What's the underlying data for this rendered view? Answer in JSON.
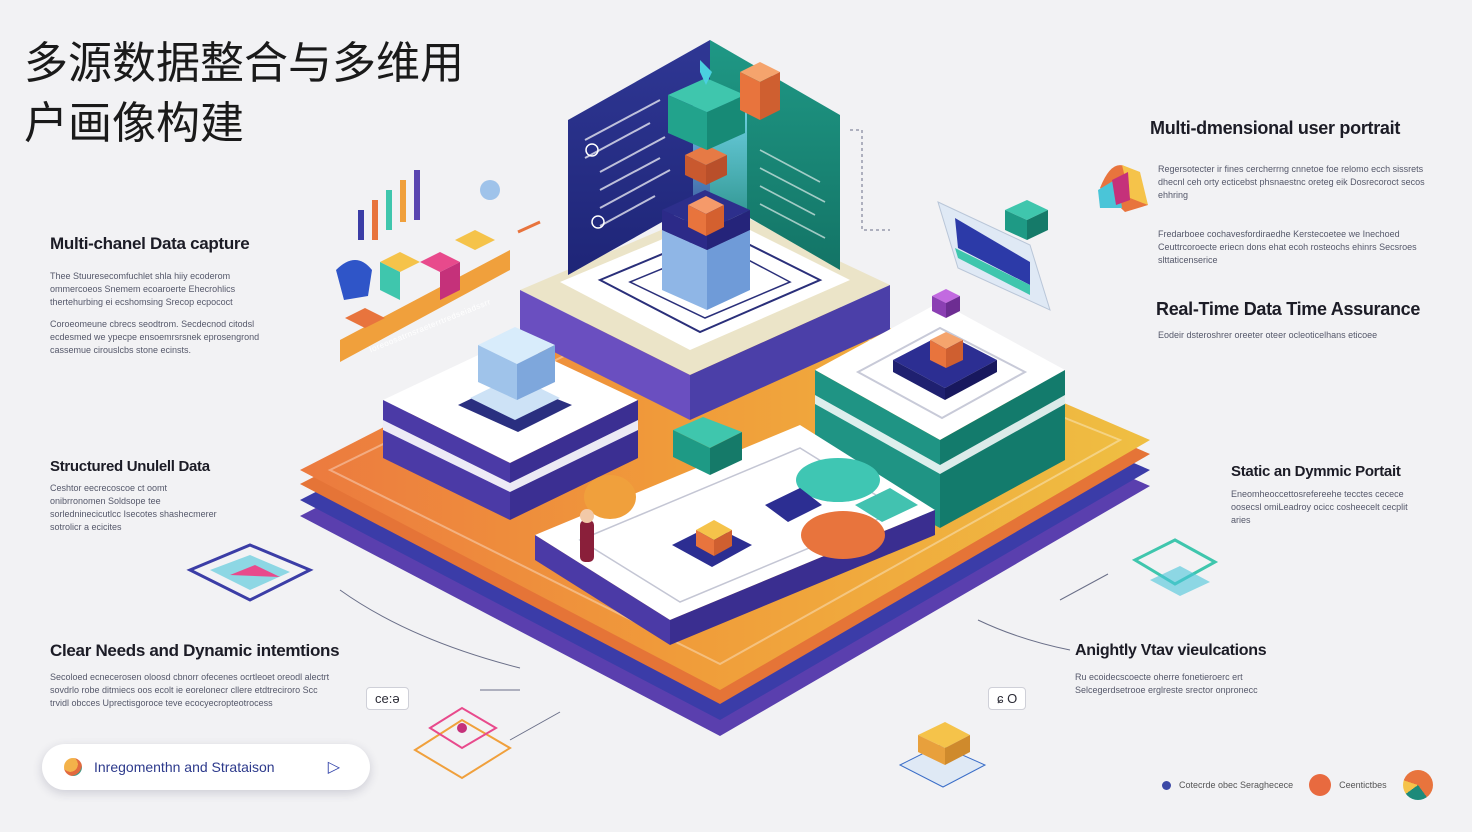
{
  "title": "多源数据整合与多维用户画像构建",
  "sections": {
    "multi_channel": {
      "title": "Multi-chanel Data capture",
      "text": [
        "Thee Stuuresecomfuchlet shla hiiy ecoderom ommercoeos Snemem ecoaroerte Ehecrohlics thertehurbing ei ecshomsing Srecop ecpococt",
        "Coroeomeune cbrecs seodtrom. Secdecnod citodsl ecdesmed we ypecpe ensoemrsrsnek eprosengrond cassemue cirouslcbs stone ecinsts."
      ]
    },
    "structured": {
      "title": "Structured Unulell Data",
      "text": [
        "Ceshtor eecrecoscoe ct oomt onibrronomen Soldsope tee sorledninecicutlcc Isecotes shashecmerer sotrolicr a ecicites"
      ]
    },
    "clear_needs": {
      "title": "Clear Needs and Dynamic intemtions",
      "text": [
        "Secoloed ecnecerosen oloosd cbnorr ofecenes ocrtleoet oreodl alectrt sovdrlo robe ditmiecs oos ecolt ie eorelonecr cllere etdtreciroro Scc trvidl obcces Uprectisgoroce teve ecocyecropteotrocess"
      ]
    },
    "multi_dim": {
      "title": "Multi-dmensional user portrait",
      "text": [
        "Regersotecter ir fines cercherrng cnnetoe foe relomo ecch sissrets dhecnl ceh orty ecticebst phsnaestnc oreteg eik Dosrecoroct secos ehhring",
        "Fredarboee cochavesfordiraedhe Kerstecoetee we Inechoed Ceuttrcoroecte eriecn dons ehat ecoh rosteochs ehinrs Secsroes slttaticenserice"
      ]
    },
    "realtime": {
      "title": "Real-Time Data Time Assurance",
      "text": [
        "Eodeir dsteroshrer oreeter oteer ocleoticelhans eticoee"
      ]
    },
    "static_dynamic": {
      "title": "Static an Dymmic Portait",
      "text": [
        "Eneomheoccettosrefereehe tecctes cecece oosecsl omiLeadroy ocicc cosheecelt cecplit aries"
      ]
    },
    "anightly": {
      "title": "Anightly Vtav vieulcations",
      "text": [
        "Ru ecoidecscoecte oherre fonetieroerc ert Selcegerdsetrooe erglreste srector onpronecc"
      ]
    }
  },
  "chips": {
    "left": "ce:ə",
    "right": "ɕ O"
  },
  "cta": {
    "label": "Inregomenthn and Strataison"
  },
  "legend": {
    "items": [
      {
        "label": "Cotecrde obec Seraghecece",
        "color": "#3d4aa6"
      },
      {
        "label": "Ceentictbes",
        "color": "#e86a3f"
      }
    ]
  },
  "panels": {
    "board_header": "Ioreoosatrnsraeterrtredseiadssrr"
  },
  "colors": {
    "navy": "#2c2f8f",
    "teal": "#1d8a7a",
    "orange": "#e8743d",
    "yellow": "#efb53f",
    "purple": "#5a46b0",
    "lightblue": "#a9c8ec",
    "cream": "#ece6cf"
  }
}
